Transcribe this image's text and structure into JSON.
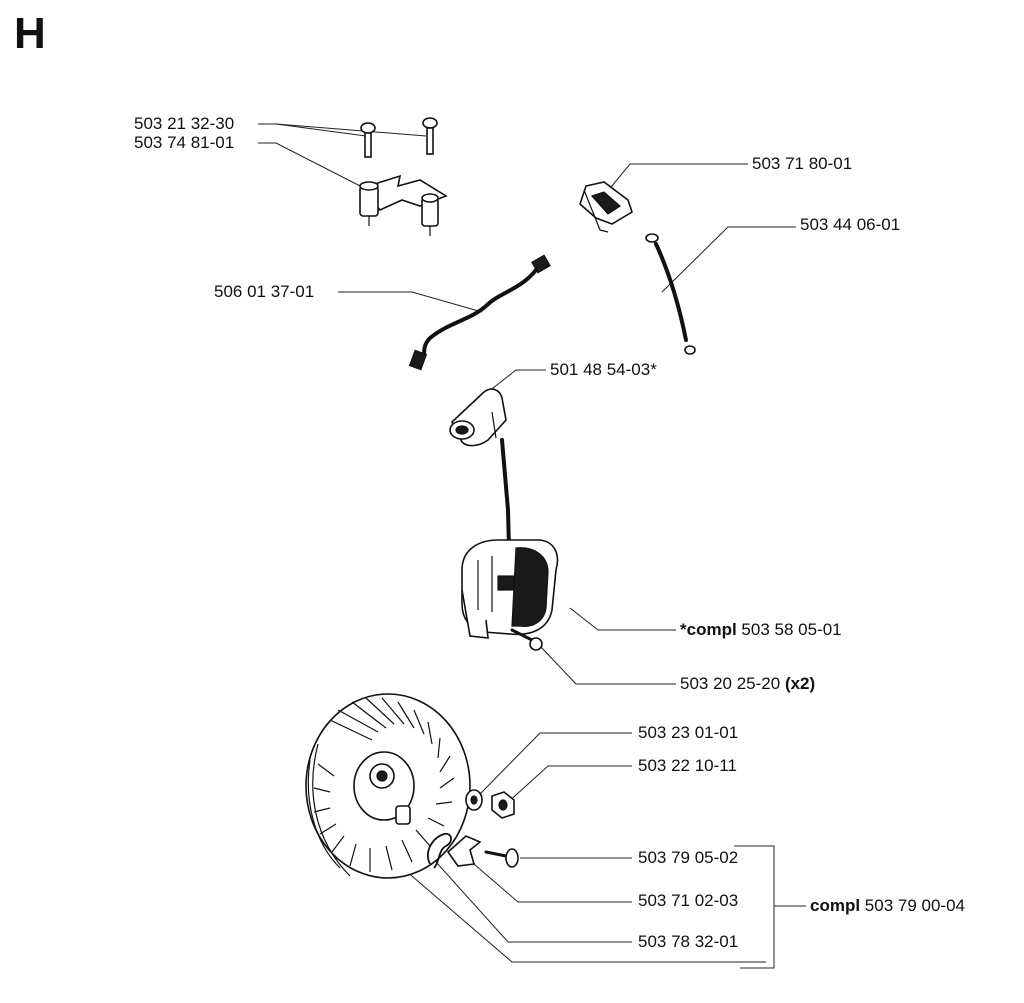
{
  "section": "H",
  "parts": [
    {
      "key": "screws",
      "number": "503 21 32-30",
      "prefix": "",
      "suffix": ""
    },
    {
      "key": "bracket",
      "number": "503 74 81-01",
      "prefix": "",
      "suffix": ""
    },
    {
      "key": "switch",
      "number": "503 71 80-01",
      "prefix": "",
      "suffix": ""
    },
    {
      "key": "wire",
      "number": "503 44 06-01",
      "prefix": "",
      "suffix": ""
    },
    {
      "key": "ground-cable",
      "number": "506 01 37-01",
      "prefix": "",
      "suffix": ""
    },
    {
      "key": "spark-plug-cap",
      "number": "501 48 54-03*",
      "prefix": "",
      "suffix": ""
    },
    {
      "key": "ignition-module",
      "number": "503 58 05-01",
      "prefix": "*compl",
      "suffix": ""
    },
    {
      "key": "module-screw",
      "number": "503 20 25-20",
      "prefix": "",
      "suffix": "(x2)"
    },
    {
      "key": "washer",
      "number": "503 23 01-01",
      "prefix": "",
      "suffix": ""
    },
    {
      "key": "nut",
      "number": "503 22 10-11",
      "prefix": "",
      "suffix": ""
    },
    {
      "key": "pawl-screw",
      "number": "503 79 05-02",
      "prefix": "",
      "suffix": ""
    },
    {
      "key": "pawl",
      "number": "503 71 02-03",
      "prefix": "",
      "suffix": ""
    },
    {
      "key": "spring",
      "number": "503 78 32-01",
      "prefix": "",
      "suffix": ""
    }
  ],
  "assembly": {
    "prefix": "compl",
    "number": "503 79 00-04"
  }
}
